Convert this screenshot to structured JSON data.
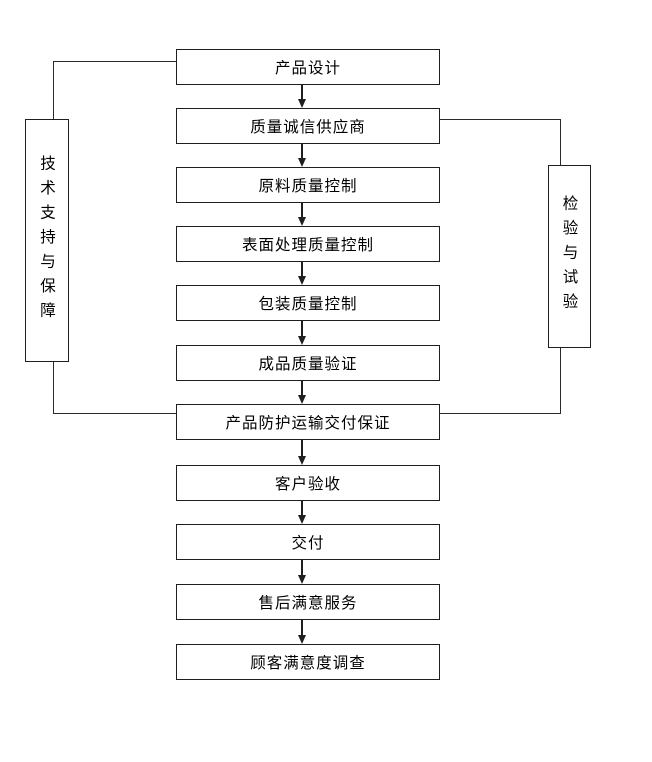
{
  "colors": {
    "background": "#ffffff",
    "line": "#1f1f1f",
    "text": "#000000"
  },
  "flowchart": {
    "steps": [
      "产品设计",
      "质量诚信供应商",
      "原料质量控制",
      "表面处理质量控制",
      "包装质量控制",
      "成品质量验证",
      "产品防护运输交付保证",
      "客户验收",
      "交付",
      "售后满意服务",
      "顾客满意度调查"
    ],
    "side_left": {
      "label": "技术支持与保障",
      "connects_top": "产品设计",
      "connects_bottom": "产品防护运输交付保证"
    },
    "side_right": {
      "label": "检验与试验",
      "connects_top": "质量诚信供应商",
      "connects_bottom": "产品防护运输交付保证"
    }
  }
}
